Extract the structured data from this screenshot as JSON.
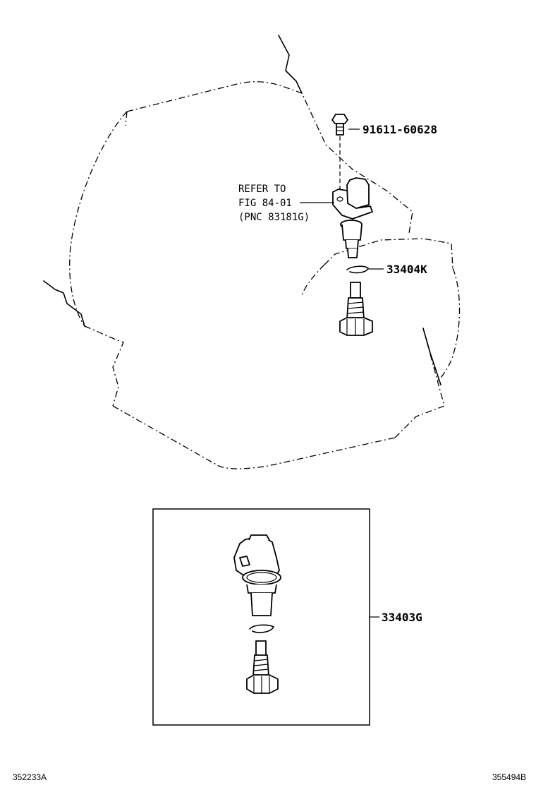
{
  "labels": {
    "bolt_part": "91611-60628",
    "refer_line1": "REFER TO",
    "refer_line2": "FIG 84-01",
    "refer_line3": "(PNC 83181G)",
    "oring_part": "33404K",
    "assembly_part": "33403G"
  },
  "footer": {
    "left_code": "352233A",
    "right_code": "355494B"
  }
}
